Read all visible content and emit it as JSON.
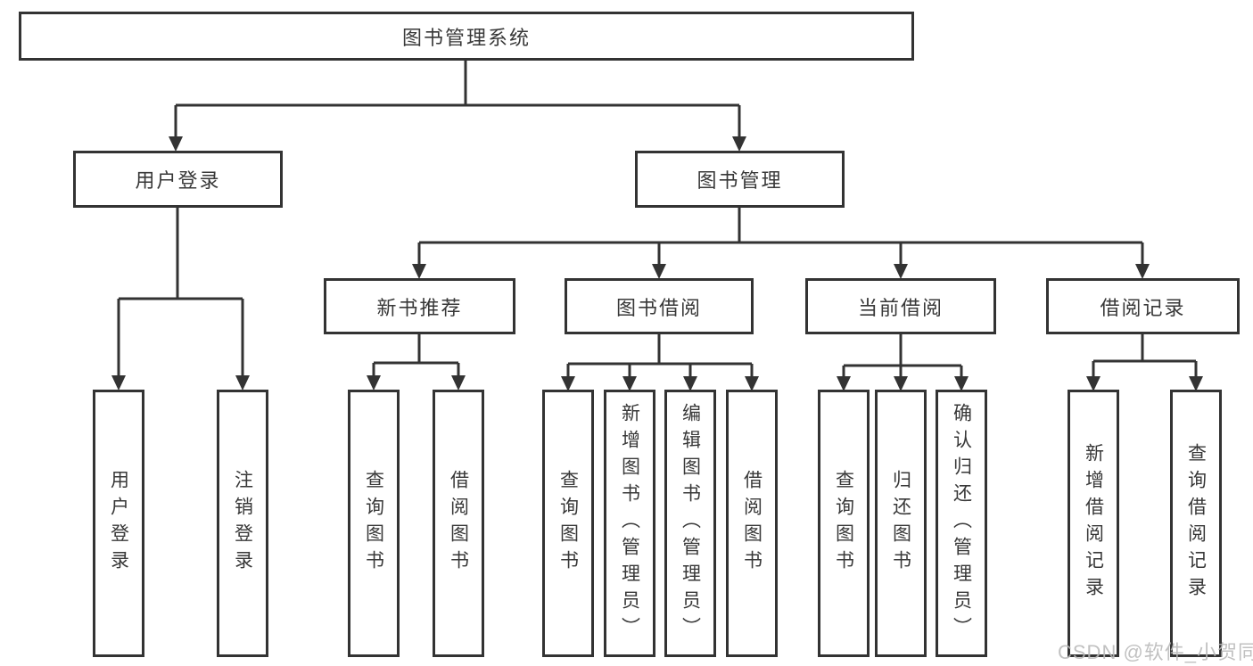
{
  "tree": {
    "label": "图书管理系统",
    "children": [
      {
        "label": "用户登录",
        "children": [
          {
            "label": "用户登录"
          },
          {
            "label": "注销登录"
          }
        ]
      },
      {
        "label": "图书管理",
        "children": [
          {
            "label": "新书推荐",
            "children": [
              {
                "label": "查询图书"
              },
              {
                "label": "借阅图书"
              }
            ]
          },
          {
            "label": "图书借阅",
            "children": [
              {
                "label": "查询图书"
              },
              {
                "label": "新增图书（管理员）"
              },
              {
                "label": "编辑图书（管理员）"
              },
              {
                "label": "借阅图书"
              }
            ]
          },
          {
            "label": "当前借阅",
            "children": [
              {
                "label": "查询图书"
              },
              {
                "label": "归还图书"
              },
              {
                "label": "确认归还（管理员）"
              }
            ]
          },
          {
            "label": "借阅记录",
            "children": [
              {
                "label": "新增借阅记录"
              },
              {
                "label": "查询借阅记录"
              }
            ]
          }
        ]
      }
    ]
  },
  "watermark": {
    "text": "CSDN @软件_小贺同学"
  },
  "colors": {
    "line": "#333333",
    "text": "#383838",
    "box_background": "#ffffff",
    "watermark": "#b9b9b9",
    "background": "#ffffff"
  }
}
